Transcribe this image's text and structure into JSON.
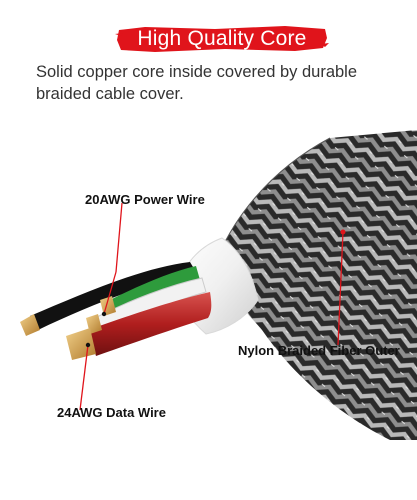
{
  "banner": {
    "title": "High Quality Core",
    "color": "#e0141b"
  },
  "description": "Solid copper core inside covered by durable braided cable cover.",
  "callouts": {
    "power_wire": "20AWG Power Wire",
    "nylon_outer": "Nylon Braided Fiber Outer",
    "data_wire": "24AWG Data Wire"
  },
  "colors": {
    "callout_line": "#e0141b",
    "braid_dark": "#2a2a2a",
    "braid_light": "#b9b9b9",
    "wire_black": "#111111",
    "wire_red": "#b01e1e",
    "wire_green": "#2e9b3c",
    "wire_white": "#f2f2f2",
    "copper": "#c99a4a"
  },
  "icons": [
    "red-brush-banner",
    "braided-cable-illustration",
    "callout-dot-icon"
  ]
}
